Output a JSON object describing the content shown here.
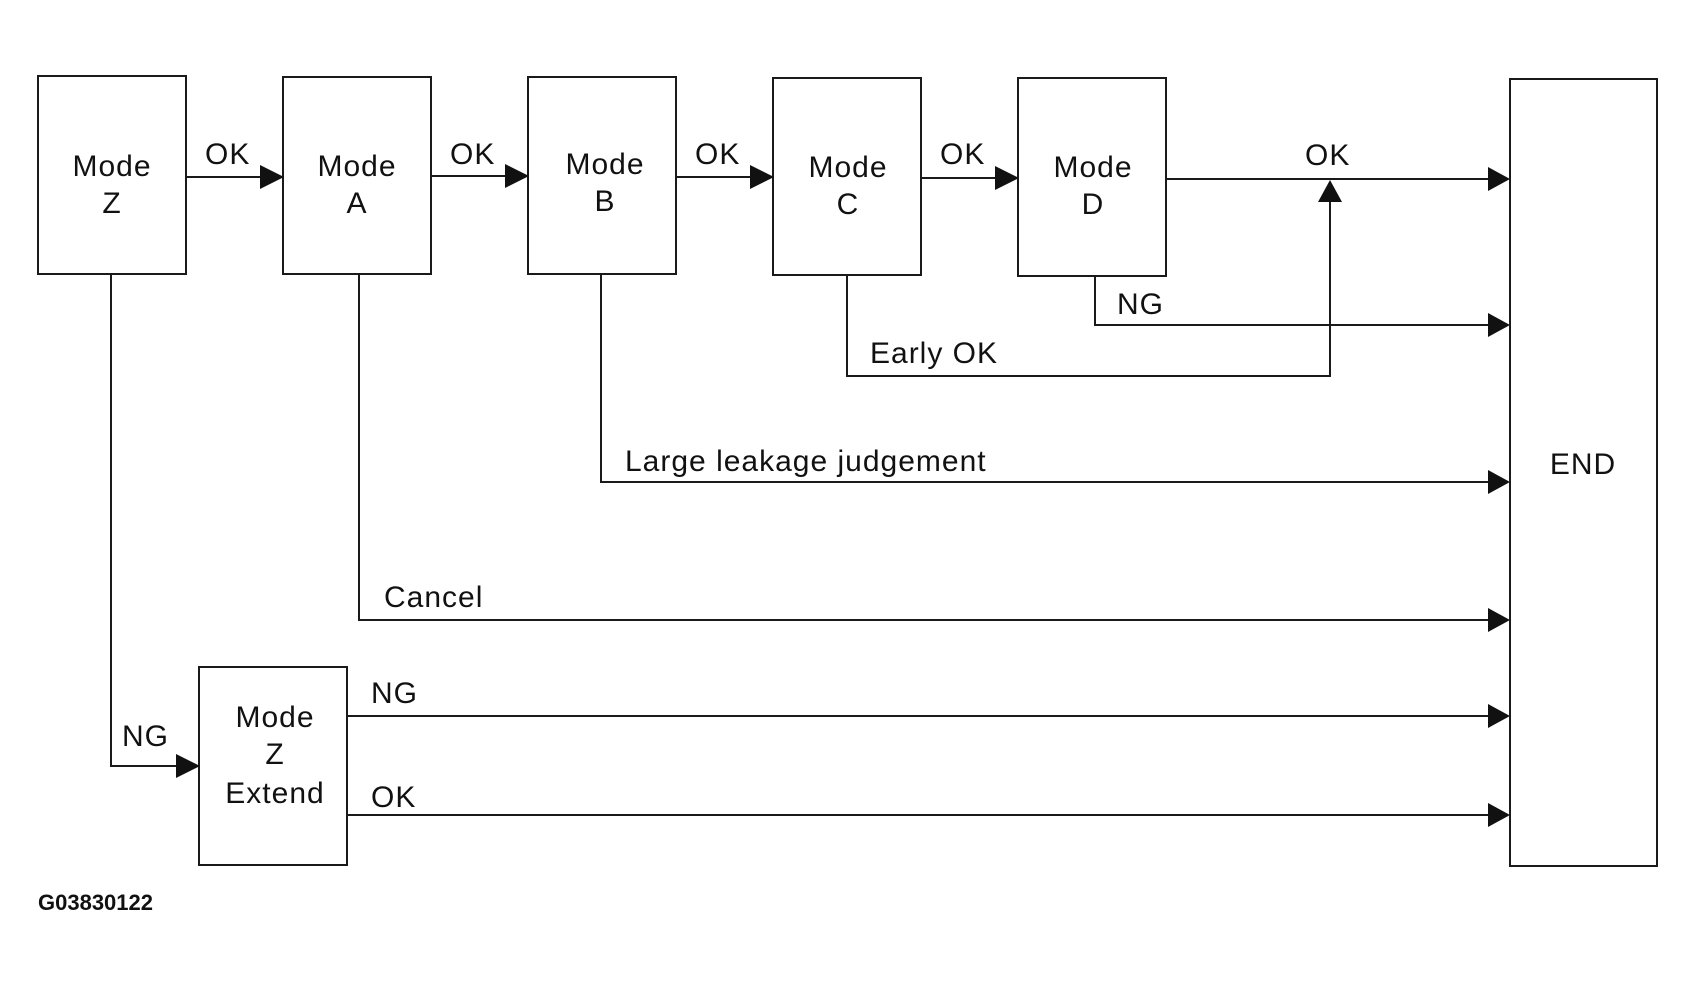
{
  "diagram": {
    "boxes": {
      "mode_z": {
        "line1": "Mode",
        "line2": "Z"
      },
      "mode_a": {
        "line1": "Mode",
        "line2": "A"
      },
      "mode_b": {
        "line1": "Mode",
        "line2": "B"
      },
      "mode_c": {
        "line1": "Mode",
        "line2": "C"
      },
      "mode_d": {
        "line1": "Mode",
        "line2": "D"
      },
      "mode_z_extend": {
        "line1": "Mode",
        "line2": "Z",
        "line3": "Extend"
      },
      "end": {
        "label": "END"
      }
    },
    "edges": {
      "z_to_a": "OK",
      "a_to_b": "OK",
      "b_to_c": "OK",
      "c_to_d": "OK",
      "d_to_end": "OK",
      "d_ng": "NG",
      "c_early_ok": "Early OK",
      "b_large_leakage": "Large leakage judgement",
      "a_cancel": "Cancel",
      "z_ng": "NG",
      "extend_ng": "NG",
      "extend_ok": "OK"
    },
    "figure_code": "G03830122"
  }
}
